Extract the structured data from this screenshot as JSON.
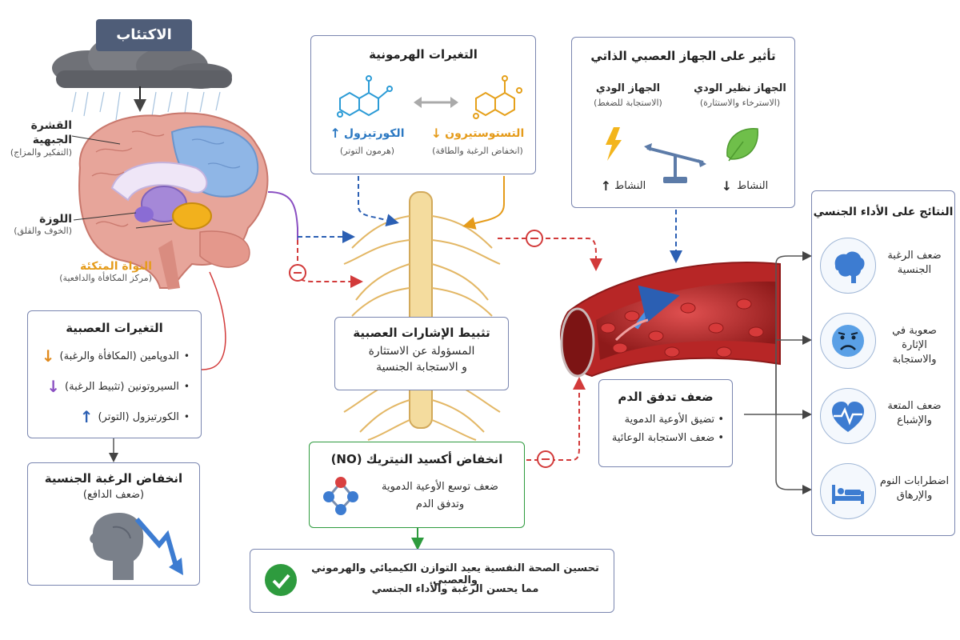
{
  "depression": {
    "label": "الاكتئاب"
  },
  "brain": {
    "cortex": {
      "label": "القشرة\nالجبهية",
      "sub": "(التفكير والمزاج)"
    },
    "amygdala": {
      "label": "اللوزة",
      "sub": "(الخوف والقلق)"
    },
    "nucleus": {
      "label": "النواة المتكئة",
      "sub": "(مركز المكافأة والدافعية)"
    }
  },
  "neural_changes": {
    "title": "التغيرات العصبية",
    "items": [
      {
        "text": "الدوپامين (المكافأة والرغبة)",
        "color": "#e08a1e"
      },
      {
        "text": "السيروتونين (تثبيط الرغبة)",
        "color": "#8a4fc2"
      },
      {
        "text": "الكورتيزول (التوتر)",
        "color": "#2b5fb3"
      }
    ]
  },
  "libido": {
    "title": "انخفاض الرغبة الجنسية",
    "sub": "(ضعف الدافع)"
  },
  "hormonal": {
    "title": "التغيرات الهرمونية",
    "cortisol": {
      "name": "الكورتيزول",
      "sub": "(هرمون التوتر)",
      "color": "#2b78c2"
    },
    "testosterone": {
      "name": "التستوستيرون",
      "sub": "(انخفاض الرغبة والطاقة)",
      "color": "#e59b1a"
    }
  },
  "autonomic": {
    "title": "تأثير على الجهاز العصبي الذاتي",
    "parasympathetic": {
      "name": "الجهاز نظير الودي",
      "sub": "(الاسترخاء والاستثارة)",
      "activity": "النشاط"
    },
    "sympathetic": {
      "name": "الجهاز الودي",
      "sub": "(الاستجابة للضغط)",
      "activity": "النشاط"
    }
  },
  "signal_inhibition": {
    "title": "تثبيط الإشارات العصبية",
    "line1": "المسؤولة عن الاستثارة",
    "line2": "و الاستجابة الجنسية"
  },
  "nitric_oxide": {
    "title": "انخفاض أكسيد النيتريك (NO)",
    "line1": "ضعف توسع الأوعية الدموية",
    "line2": "وتدفق الدم"
  },
  "blood_flow": {
    "title": "ضعف تدفق الدم",
    "items": [
      "تضيق الأوعية الدموية",
      "ضعف الاستجابة الوعائية"
    ]
  },
  "outcome": {
    "line1": "تحسين الصحة النفسية يعيد التوازن الكيميائي والهرموني والعصبي",
    "line2": "مما يحسن الرغبة والأداء الجنسي"
  },
  "results": {
    "title": "النتائج على الأداء الجنسي",
    "items": [
      {
        "label": "ضعف الرغبة\nالجنسية",
        "icon": "brain-icon"
      },
      {
        "label": "صعوبة في الإثارة\nوالاستجابة",
        "icon": "sad-face-icon"
      },
      {
        "label": "ضعف المتعة\nوالإشباع",
        "icon": "heart-pulse-icon"
      },
      {
        "label": "اضطرابات النوم\nوالإرهاق",
        "icon": "bed-icon"
      }
    ]
  },
  "colors": {
    "blue": "#2b5fb3",
    "red": "#d23a3a",
    "orange": "#e59b1a",
    "purple": "#8a4fc2",
    "green": "#2e9b3e",
    "border": "#7a86b0"
  }
}
